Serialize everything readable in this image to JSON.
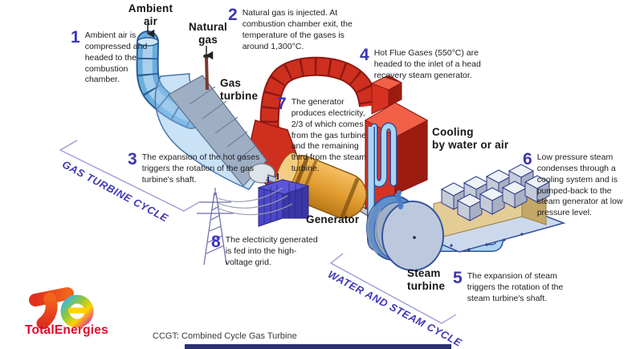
{
  "caption": "CCGT: Combined Cycle Gas Turbine",
  "brand": {
    "name": "TotalEnergies",
    "wordmark_color": "#e2062c"
  },
  "labels": {
    "ambient_air": "Ambient\nair",
    "natural_gas": "Natural\ngas",
    "gas_turbine": "Gas\nturbine",
    "generator": "Generator",
    "steam_turbine": "Steam\nturbine",
    "cooling": "Cooling\nby water or air"
  },
  "cycles": {
    "gas": "GAS TURBINE CYCLE",
    "water_steam": "WATER AND STEAM CYCLE"
  },
  "annotations": [
    {
      "num": "1",
      "text": "Ambient air is compressed and headed to the combustion chamber."
    },
    {
      "num": "2",
      "text": "Natural gas is injected. At combustion chamber exit, the temperature of the gases is around 1,300°C."
    },
    {
      "num": "3",
      "text": "The expansion of the hot gases triggers the rotation of the gas turbine's shaft."
    },
    {
      "num": "4",
      "text": "Hot Flue Gases (550°C) are headed to the inlet of a head recovery steam generator."
    },
    {
      "num": "5",
      "text": "The expansion of steam triggers the rotation of the steam turbine's shaft."
    },
    {
      "num": "6",
      "text": "Low pressure steam condenses through a cooling system and is pumped-back to the steam generator at low pressure level."
    },
    {
      "num": "7",
      "text": "The generator produces electricity, 2/3 of which comes from the gas turbine and the remaining third from the steam turbine."
    },
    {
      "num": "8",
      "text": "The electricity generated is fed into the high-voltage grid."
    }
  ],
  "colors": {
    "accent_indigo": "#3b35b5",
    "hot_red": "#cf2f1f",
    "steam_blue": "#a9d5f2",
    "generator_orange": "#e8a33d",
    "transformer_indigo": "#4b46c9",
    "brand_red": "#e2062c"
  }
}
